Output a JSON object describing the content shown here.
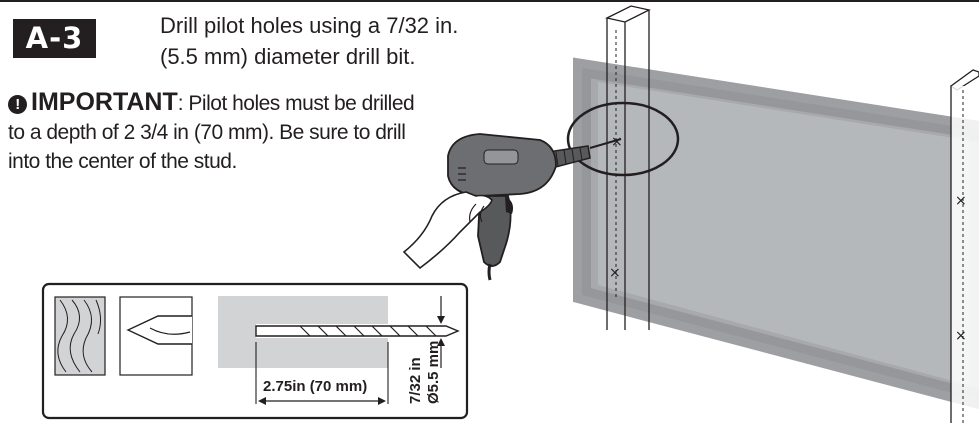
{
  "step": {
    "badge": "A-3",
    "instruction_line1": "Drill pilot holes using a 7/32 in.",
    "instruction_line2": "(5.5 mm) diameter drill bit."
  },
  "important": {
    "icon": "exclamation-circle-icon",
    "label": "IMPORTANT",
    "separator": ": ",
    "line1_rest": "Pilot holes must be drilled",
    "line2": "to a depth of 2 3/4 in (70 mm). Be sure to drill",
    "line3": "into the center of the stud."
  },
  "detail": {
    "depth_label": "2.75in (70 mm)",
    "diameter_label_1": "7/32 in",
    "diameter_label_2": "Ø5.5 mm"
  },
  "colors": {
    "ink": "#231f20",
    "wall": "#a7a9ac",
    "wall_edge": "#939598",
    "panel_gray": "#d1d3d4"
  }
}
